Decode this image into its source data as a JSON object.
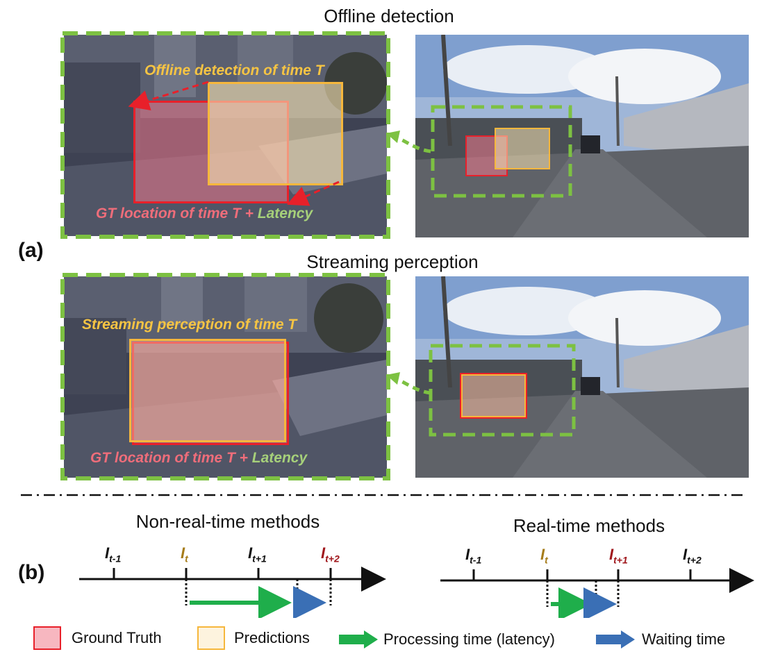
{
  "part_a": {
    "label": "(a)",
    "offline": {
      "title": "Offline detection",
      "pred_label": "Offline detection of  time T",
      "gt_label_prefix": "GT location of  time T + ",
      "gt_label_latency": "Latency"
    },
    "streaming": {
      "title": "Streaming perception",
      "pred_label": "Streaming perception of  time T",
      "gt_label_prefix": "GT location of  time T + ",
      "gt_label_latency": "Latency"
    }
  },
  "part_b": {
    "label": "(b)",
    "non_realtime": {
      "title": "Non-real-time methods",
      "frames": [
        {
          "base": "I",
          "sub": "t-1"
        },
        {
          "base": "I",
          "sub": "t"
        },
        {
          "base": "I",
          "sub": "t+1"
        },
        {
          "base": "I",
          "sub": "t+2"
        }
      ]
    },
    "realtime": {
      "title": "Real-time methods",
      "frames": [
        {
          "base": "I",
          "sub": "t-1"
        },
        {
          "base": "I",
          "sub": "t"
        },
        {
          "base": "I",
          "sub": "t+1"
        },
        {
          "base": "I",
          "sub": "t+2"
        }
      ]
    }
  },
  "legend": {
    "ground_truth": "Ground Truth",
    "predictions": "Predictions",
    "processing": "Processing time (latency)",
    "waiting": "Waiting time"
  },
  "colors": {
    "gt_red": "#e8202a",
    "pred_yellow": "#f6b73c",
    "dashed_green": "#7dc142",
    "arrow_green": "#1fae4b",
    "arrow_blue": "#3a6fb5",
    "frame_brown": "#a67c1a",
    "frame_darkred": "#a0171c"
  }
}
